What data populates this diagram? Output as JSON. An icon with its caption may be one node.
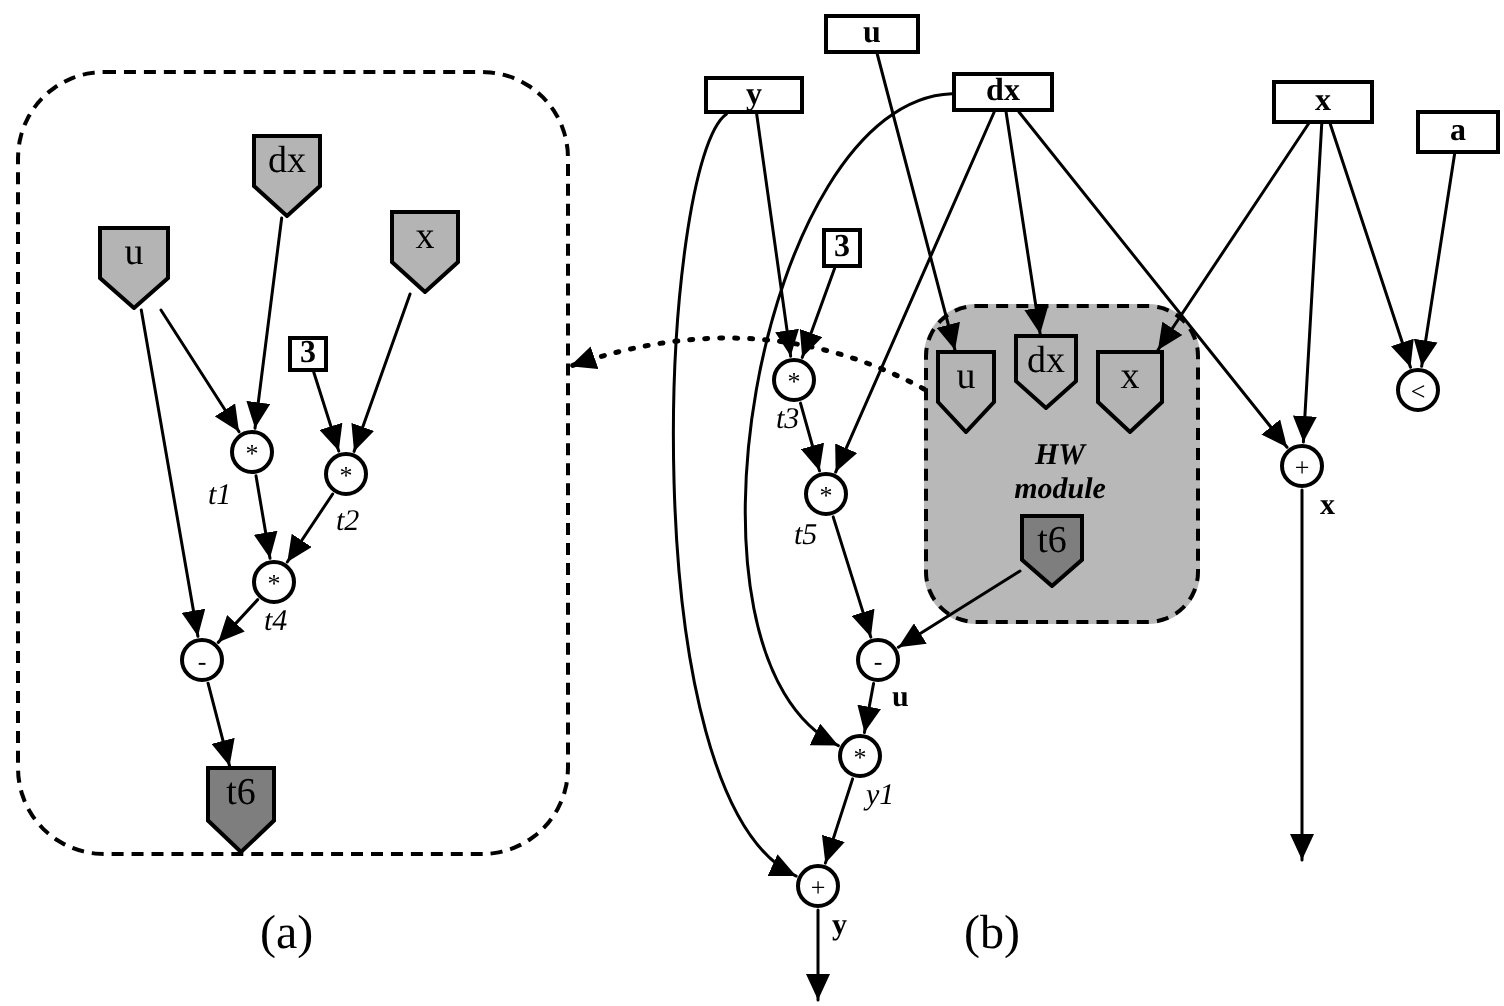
{
  "diagram": {
    "nodes": [
      {
        "text": [],
        "shape": "box"
      },
      {
        "text": [
          "dx"
        ],
        "in": 0
      },
      {
        "text": [
          "u"
        ],
        "in": 0
      },
      {
        "text": [
          "x"
        ],
        "in": 0
      },
      {
        "text": [
          "3"
        ],
        "in": 0
      },
      {
        "text": [
          "*"
        ],
        "in": 0,
        "beside": [
          "t1"
        ]
      },
      {
        "text": [
          "*"
        ],
        "in": 0,
        "beside": [
          "t2"
        ]
      },
      {
        "text": [
          "*"
        ],
        "in": 0,
        "beside": [
          "t4"
        ]
      },
      {
        "text": [
          "-"
        ],
        "in": 0
      },
      {
        "text": [
          "t6"
        ],
        "in": 0
      },
      {
        "text": [
          "u"
        ]
      },
      {
        "text": [
          "y"
        ]
      },
      {
        "text": [
          "dx"
        ]
      },
      {
        "text": [
          "x"
        ]
      },
      {
        "text": [
          "a"
        ]
      },
      {
        "text": [
          "3"
        ]
      },
      {
        "text": [
          "*"
        ],
        "beside": [
          "t3"
        ]
      },
      {
        "text": [
          "HW module"
        ]
      },
      {
        "text": [
          "u"
        ],
        "in": 17
      },
      {
        "text": [
          "dx"
        ],
        "in": 17
      },
      {
        "text": [
          "x"
        ],
        "in": 17
      },
      {
        "text": [
          "t6"
        ],
        "in": 17
      },
      {
        "text": [
          "*"
        ],
        "beside": [
          "t5"
        ]
      },
      {
        "text": [
          "+"
        ],
        "beside": [
          "x"
        ]
      },
      {
        "text": [
          "<"
        ]
      },
      {
        "text": [
          "-"
        ],
        "beside": [
          "u"
        ]
      },
      {
        "text": [
          "*"
        ],
        "beside": [
          "y1"
        ]
      },
      {
        "text": [
          "+"
        ],
        "beside": [
          "y"
        ]
      }
    ],
    "edges": [
      {
        "from": 2,
        "to": 5,
        "arrow": "to"
      },
      {
        "from": 1,
        "to": 5,
        "arrow": "to"
      },
      {
        "from": 2,
        "to": 8,
        "arrow": "to"
      },
      {
        "from": 4,
        "to": 6,
        "arrow": "to"
      },
      {
        "from": 3,
        "to": 6,
        "arrow": "to"
      },
      {
        "from": 5,
        "to": 7,
        "arrow": "to"
      },
      {
        "from": 6,
        "to": 7,
        "arrow": "to"
      },
      {
        "from": 7,
        "to": 8,
        "arrow": "to"
      },
      {
        "from": 8,
        "to": 9,
        "arrow": "to"
      },
      {
        "from": 17,
        "to": 0,
        "arrow": "to",
        "style": "dashed"
      },
      {
        "from": 11,
        "to": 16,
        "arrow": "to"
      },
      {
        "from": 15,
        "to": 16,
        "arrow": "to"
      },
      {
        "from": 11,
        "to": 27,
        "arrow": "to"
      },
      {
        "from": 12,
        "to": 26,
        "arrow": "to"
      },
      {
        "from": 12,
        "to": 22,
        "arrow": "to"
      },
      {
        "from": 12,
        "to": 19,
        "arrow": "to"
      },
      {
        "from": 12,
        "to": 23,
        "arrow": "to"
      },
      {
        "from": 10,
        "to": 18,
        "arrow": "to"
      },
      {
        "from": 13,
        "to": 20,
        "arrow": "to"
      },
      {
        "from": 13,
        "to": 23,
        "arrow": "to"
      },
      {
        "from": 13,
        "to": 24,
        "arrow": "to"
      },
      {
        "from": 14,
        "to": 24,
        "arrow": "to"
      },
      {
        "from": 16,
        "to": 22,
        "arrow": "to"
      },
      {
        "from": 22,
        "to": 25,
        "arrow": "to"
      },
      {
        "from": 21,
        "to": 25,
        "arrow": "to"
      },
      {
        "from": 25,
        "to": 26,
        "arrow": "to"
      },
      {
        "from": 26,
        "to": 27,
        "arrow": "to"
      },
      {
        "from": 27,
        "to": null,
        "arrow": "to"
      },
      {
        "from": 23,
        "to": null,
        "arrow": "to"
      }
    ],
    "labels": [
      "(a)",
      "(b)"
    ]
  }
}
